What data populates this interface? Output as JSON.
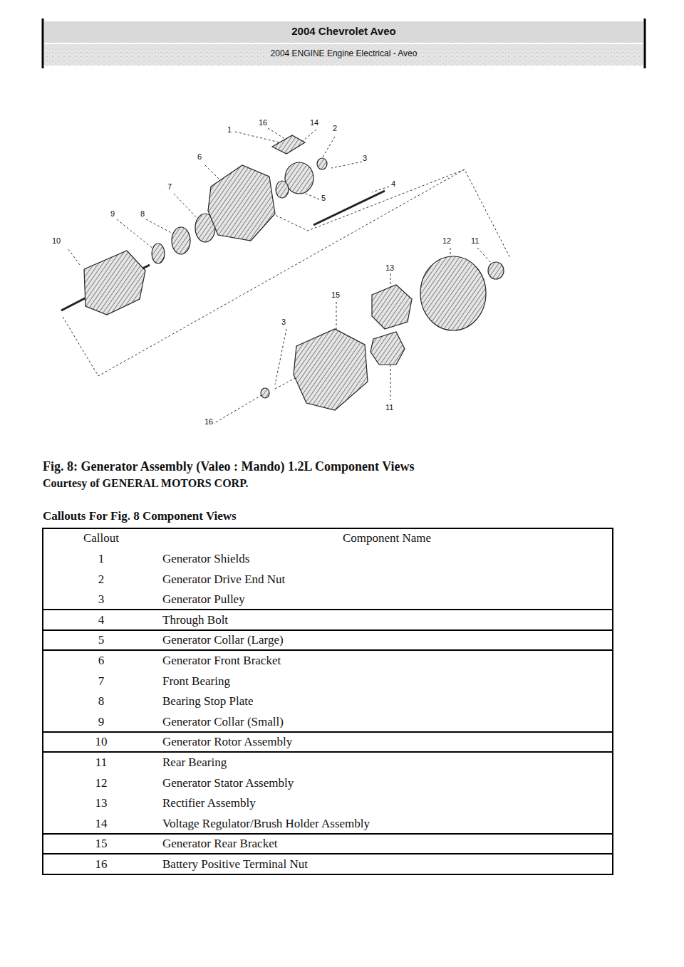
{
  "diagram": {
    "title": "2004 Chevrolet Aveo",
    "caption": "Fig. 8: Generator Assembly (Valeo : Mando) 1.2L Component Views",
    "labels": [
      "2004 ENGINE Engine Electrical - Aveo",
      "1",
      "16",
      "14",
      "2",
      "6",
      "3",
      "5",
      "4",
      "7",
      "8",
      "9",
      "10",
      "12",
      "11",
      "13",
      "15",
      "3",
      "16",
      "11",
      "Courtesy of GENERAL MOTORS CORP.",
      "Callouts For Fig. 8 Component Views",
      "Callout",
      "Component Name",
      "1",
      "Generator Shields",
      "2",
      "Generator Drive End Nut",
      "3",
      "Generator Pulley",
      "4",
      "Through Bolt",
      "5",
      "Generator Collar (Large)",
      "6",
      "Generator Front Bracket",
      "7",
      "Front Bearing",
      "8",
      "Bearing Stop Plate",
      "9",
      "Generator Collar (Small)",
      "10",
      "Generator Rotor Assembly",
      "11",
      "Rear Bearing",
      "12",
      "Generator Stator Assembly",
      "13",
      "Rectifier Assembly",
      "14",
      "Voltage Regulator/Brush Holder Assembly",
      "15",
      "Generator Rear Bracket",
      "16",
      "Battery Positive Terminal Nut"
    ]
  }
}
